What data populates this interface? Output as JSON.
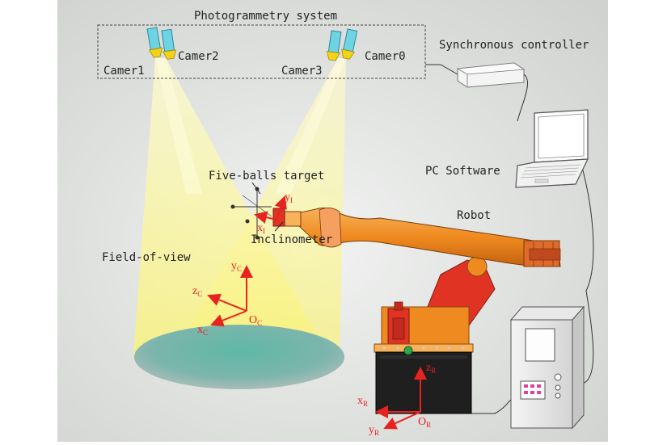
{
  "diagram": {
    "system_box_label": "Photogrammetry system",
    "cameras": [
      {
        "label": "Camer1"
      },
      {
        "label": "Camer2"
      },
      {
        "label": "Camer3"
      },
      {
        "label": "Camer0"
      }
    ],
    "synchronous_controller_label": "Synchronous controller",
    "pc_software_label": "PC Software",
    "five_balls_target_label": "Five-balls target",
    "inclinometer_label": "Inclinometer",
    "robot_label": "Robot",
    "field_of_view_label": "Field-of-view",
    "camera_frame": {
      "y": "y",
      "y_sub": "C",
      "z": "z",
      "z_sub": "C",
      "x": "x",
      "x_sub": "C",
      "o": "O",
      "o_sub": "C"
    },
    "robot_frame": {
      "z": "z",
      "z_sub": "R",
      "x": "x",
      "x_sub": "R",
      "y": "y",
      "y_sub": "R",
      "o": "O",
      "o_sub": "R"
    },
    "inclinometer_frame": {
      "y": "y",
      "y_sub": "I",
      "x": "x",
      "x_sub": "I"
    },
    "colors": {
      "background": "#dcdedc",
      "beam": "#fbf7a8",
      "robot_orange": "#f08a20",
      "robot_red": "#e03323",
      "axis_red": "#e8231f",
      "camera_cyan": "#6ed3e3",
      "camera_yellow": "#f3d21a"
    }
  }
}
